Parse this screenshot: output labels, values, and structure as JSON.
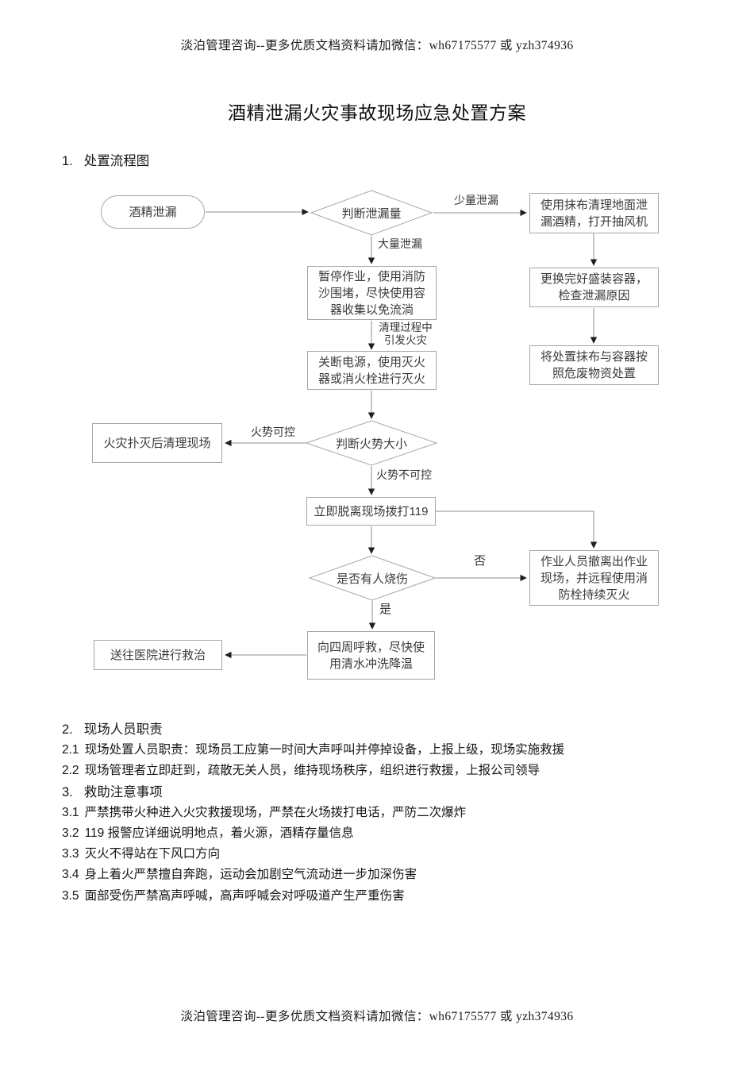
{
  "page": {
    "header": "淡泊管理咨询--更多优质文档资料请加微信：wh67175577 或 yzh374936",
    "title": "酒精泄漏火灾事故现场应急处置方案",
    "footer": "淡泊管理咨询--更多优质文档资料请加微信：wh67175577 或 yzh374936"
  },
  "sections": {
    "s1": {
      "num": "1.",
      "heading": "处置流程图"
    },
    "s2": {
      "num": "2.",
      "heading": "现场人员职责",
      "items": [
        {
          "num": "2.1",
          "text": "现场处置人员职责：现场员工应第一时间大声呼叫并停掉设备，上报上级，现场实施救援"
        },
        {
          "num": "2.2",
          "text": "现场管理者立即赶到，疏散无关人员，维持现场秩序，组织进行救援，上报公司领导"
        }
      ]
    },
    "s3": {
      "num": "3.",
      "heading": "救助注意事项",
      "items": [
        {
          "num": "3.1",
          "text": "严禁携带火种进入火灾救援现场，严禁在火场拨打电话，严防二次爆炸"
        },
        {
          "num": "3.2",
          "text": "119 报警应详细说明地点，着火源，酒精存量信息"
        },
        {
          "num": "3.3",
          "text": "灭火不得站在下风口方向"
        },
        {
          "num": "3.4",
          "text": "身上着火严禁擅自奔跑，运动会加剧空气流动进一步加深伤害"
        },
        {
          "num": "3.5",
          "text": "面部受伤严禁高声呼喊，高声呼喊会对呼吸道产生严重伤害"
        }
      ]
    }
  },
  "flowchart": {
    "nodes": {
      "start": "酒精泄漏",
      "judge_leak": "判断泄漏量",
      "wipe_clean": "使用抹布清理地面泄漏酒精，打开抽风机",
      "replace_container": "更换完好盛装容器，检查泄漏原因",
      "dispose_waste": "将处置抹布与容器按照危废物资处置",
      "stop_work": "暂停作业，使用消防沙围堵，尽快使用容器收集以免流淌",
      "cut_power": "关断电源，使用灭火器或消火栓进行灭火",
      "judge_fire": "判断火势大小",
      "clean_scene": "火灾扑灭后清理现场",
      "call_119": "立即脱离现场拨打119",
      "judge_burn": "是否有人烧伤",
      "evacuate": "作业人员撤离出作业现场，并远程使用消防栓持续灭火",
      "rinse_cool": "向四周呼救，尽快使用清水冲洗降温",
      "hospital": "送往医院进行救治"
    },
    "edge_labels": {
      "small_leak": "少量泄漏",
      "large_leak": "大量泄漏",
      "fire_during_clean": "清理过程中引发火灾",
      "controllable": "火势可控",
      "uncontrollable": "火势不可控",
      "no": "否",
      "yes": "是"
    }
  },
  "colors": {
    "box_border": "#a6a6a6",
    "connector_line": "#8f8f8f",
    "arrowhead": "#1f1f1f",
    "node_text": "#3a3a3a",
    "body_text": "#161616"
  }
}
